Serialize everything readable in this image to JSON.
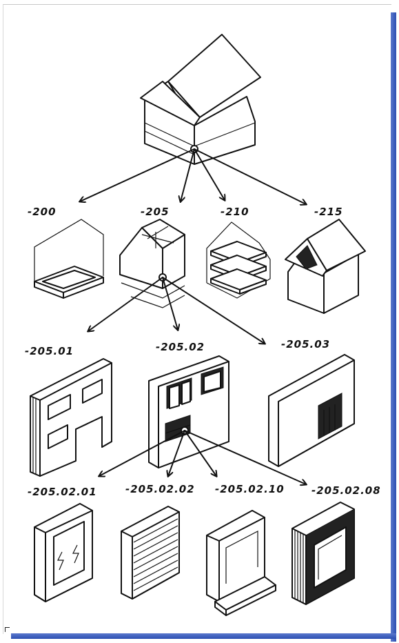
{
  "diagram": {
    "labels": {
      "l200": "-200",
      "l205": "-205",
      "l210": "-210",
      "l215": "-215",
      "l20501": "-205.01",
      "l20502": "-205.02",
      "l20503": "-205.03",
      "l2050201": "-205.02.01",
      "l2050202": "-205.02.02",
      "l2050210": "-205.02.10",
      "l2050208": "-205.02.08"
    }
  },
  "colors": {
    "ink": "#111111",
    "frame_shadow": "#2d4fb2",
    "paper": "#ffffff"
  }
}
